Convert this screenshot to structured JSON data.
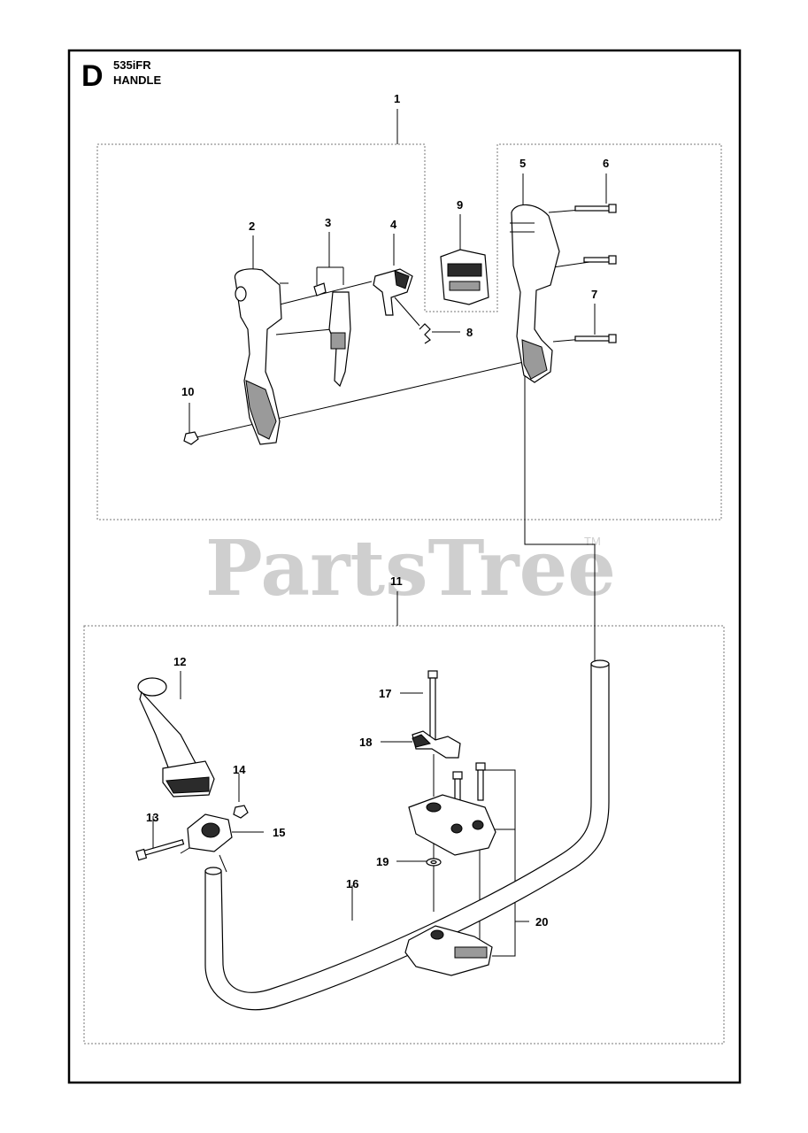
{
  "header": {
    "section_letter": "D",
    "model": "535iFR",
    "title": "HANDLE"
  },
  "watermark": {
    "text": "PartsTree",
    "trademark": "TM"
  },
  "callouts": {
    "c1": "1",
    "c2": "2",
    "c3": "3",
    "c4": "4",
    "c5": "5",
    "c6": "6",
    "c7": "7",
    "c8": "8",
    "c9": "9",
    "c10": "10",
    "c11": "11",
    "c12": "12",
    "c13": "13",
    "c14": "14",
    "c15": "15",
    "c16": "16",
    "c17": "17",
    "c18": "18",
    "c19": "19",
    "c20": "20"
  }
}
